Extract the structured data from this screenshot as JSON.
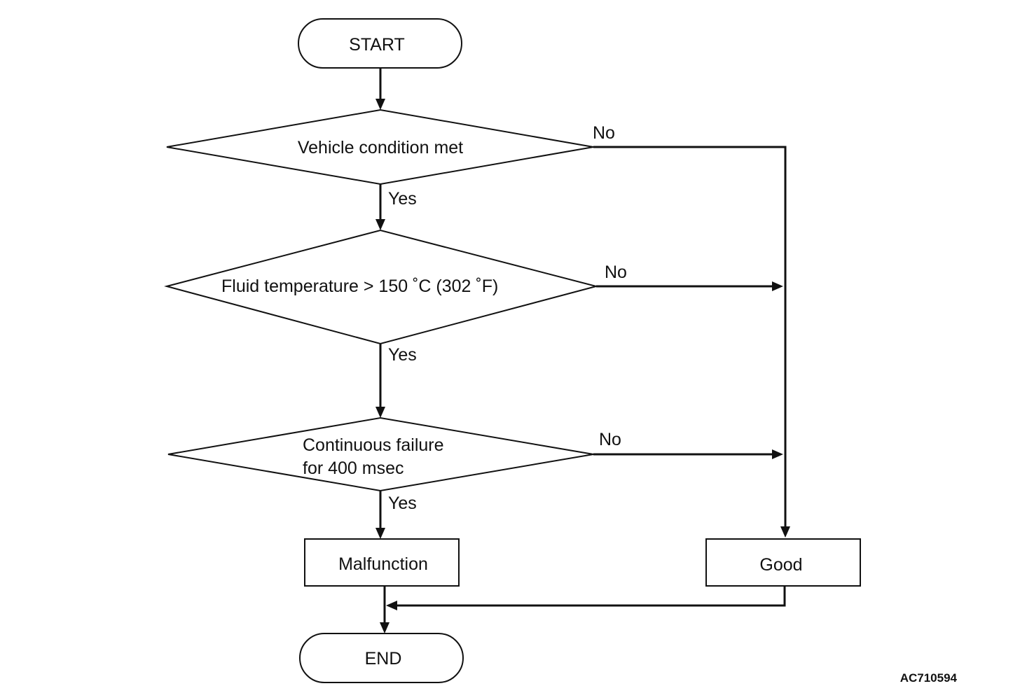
{
  "nodes": {
    "start": "START",
    "vehicle_condition": "Vehicle condition met",
    "fluid_temperature": "Fluid temperature > 150 ˚C (302 ˚F)",
    "continuous_failure_line1": "Continuous failure",
    "continuous_failure_line2": "for 400 msec",
    "malfunction": "Malfunction",
    "good": "Good",
    "end": "END"
  },
  "edges": {
    "vehicle_no": "No",
    "vehicle_yes": "Yes",
    "fluid_no": "No",
    "fluid_yes": "Yes",
    "failure_no": "No",
    "failure_yes": "Yes"
  },
  "reference_code": "AC710594"
}
